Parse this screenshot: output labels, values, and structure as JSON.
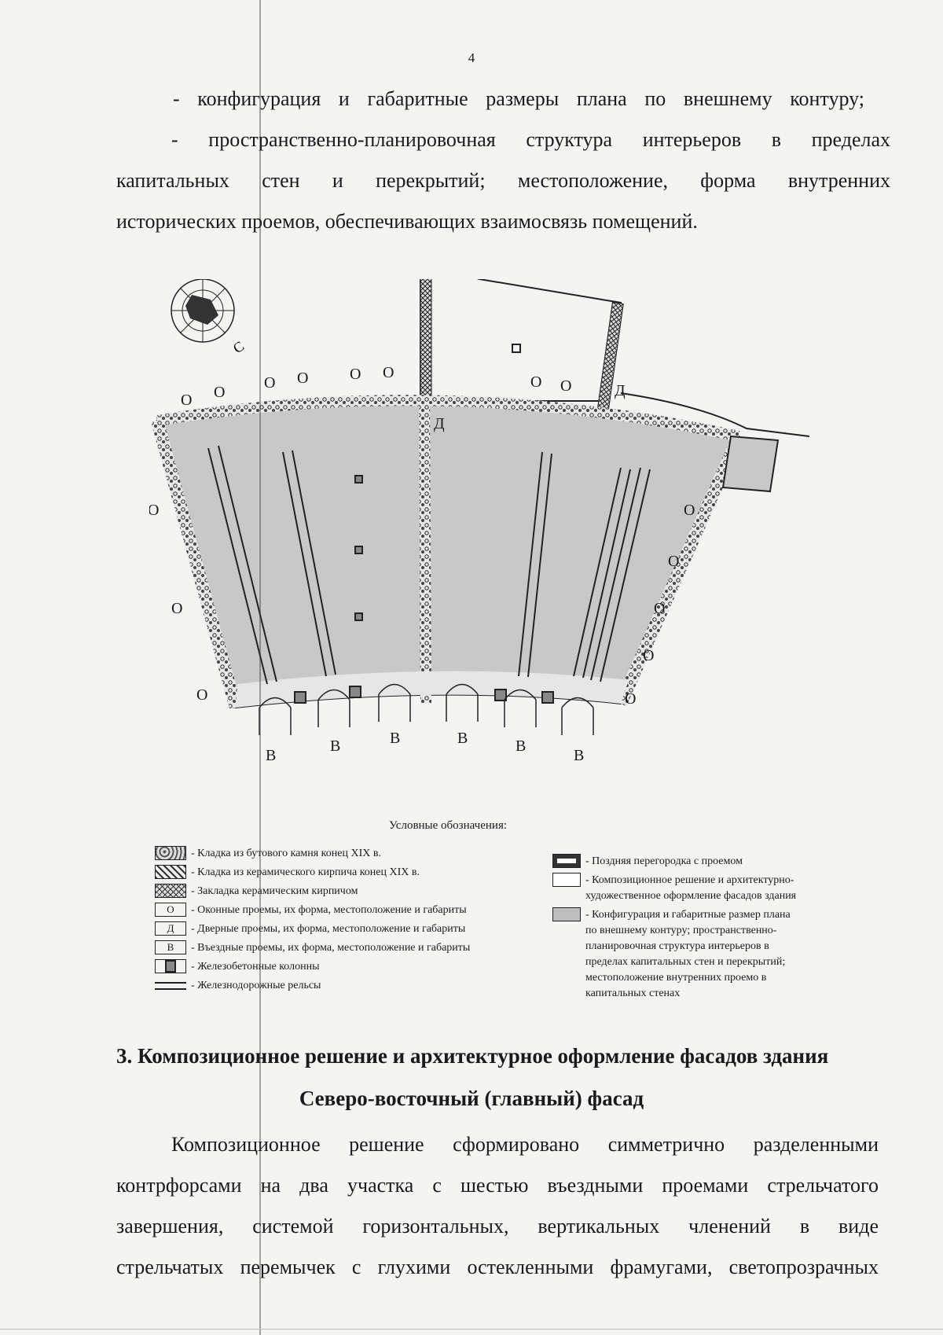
{
  "page_number": "4",
  "bullets": [
    "- конфигурация и габаритные размеры плана по внешнему контуру;",
    "- пространственно-планировочная структура интерьеров в пределах",
    "капитальных стен и перекрытий; местоположение, форма внутренних",
    "исторических проемов, обеспечивающих взаимосвязь помещений."
  ],
  "plan": {
    "compass_mark": "С",
    "window_mark": "О",
    "door_mark": "Д",
    "gate_mark": "В"
  },
  "legend": {
    "title": "Условные обозначения:",
    "left": [
      {
        "swatch": "rubble",
        "label": "- Кладка из бутового камня конец XIX в."
      },
      {
        "swatch": "brick",
        "label": "- Кладка из керамического кирпича конец XIX в."
      },
      {
        "swatch": "infill",
        "label": "- Закладка керамическим кирпичом"
      },
      {
        "swatch": "О",
        "label": "- Оконные проемы, их форма, местоположение и габариты"
      },
      {
        "swatch": "Д",
        "label": "- Дверные проемы, их форма, местоположение и габариты"
      },
      {
        "swatch": "В",
        "label": "- Въездные проемы, их форма, местоположение и габариты"
      },
      {
        "swatch": "column",
        "label": "- Железобетонные колонны"
      },
      {
        "swatch": "rail",
        "label": "- Железнодорожные рельсы"
      }
    ],
    "right": [
      {
        "swatch": "partition",
        "label": "- Поздняя перегородка с проемом"
      },
      {
        "swatch": "white",
        "label": "- Композиционное решение и архитектурно-художественное оформление фасадов здания"
      },
      {
        "swatch": "grey",
        "label": "- Конфигурация и габаритные размер плана по внешнему контуру; пространственно-планировочная структура интерьеров в пределах капитальных стен и перекрытий; местоположение внутренних проемо в капитальных стенах"
      }
    ]
  },
  "section_heading": "3. Композиционное решение и архитектурное оформление фасадов здания",
  "subheading": "Северо-восточный (главный) фасад",
  "body_lines": [
    "Композиционное решение сформировано симметрично разделенными",
    "контрфорсами на два участка с шестью въездными проемами стрельчатого",
    "завершения, системой горизонтальных, вертикальных членений в виде",
    "стрельчатых перемычек с глухими остекленными фрамугами, светопрозрачных"
  ],
  "colors": {
    "paper": "#f4f4f2",
    "plan_fill": "#c8c8c8",
    "ink": "#1a1a1a"
  }
}
